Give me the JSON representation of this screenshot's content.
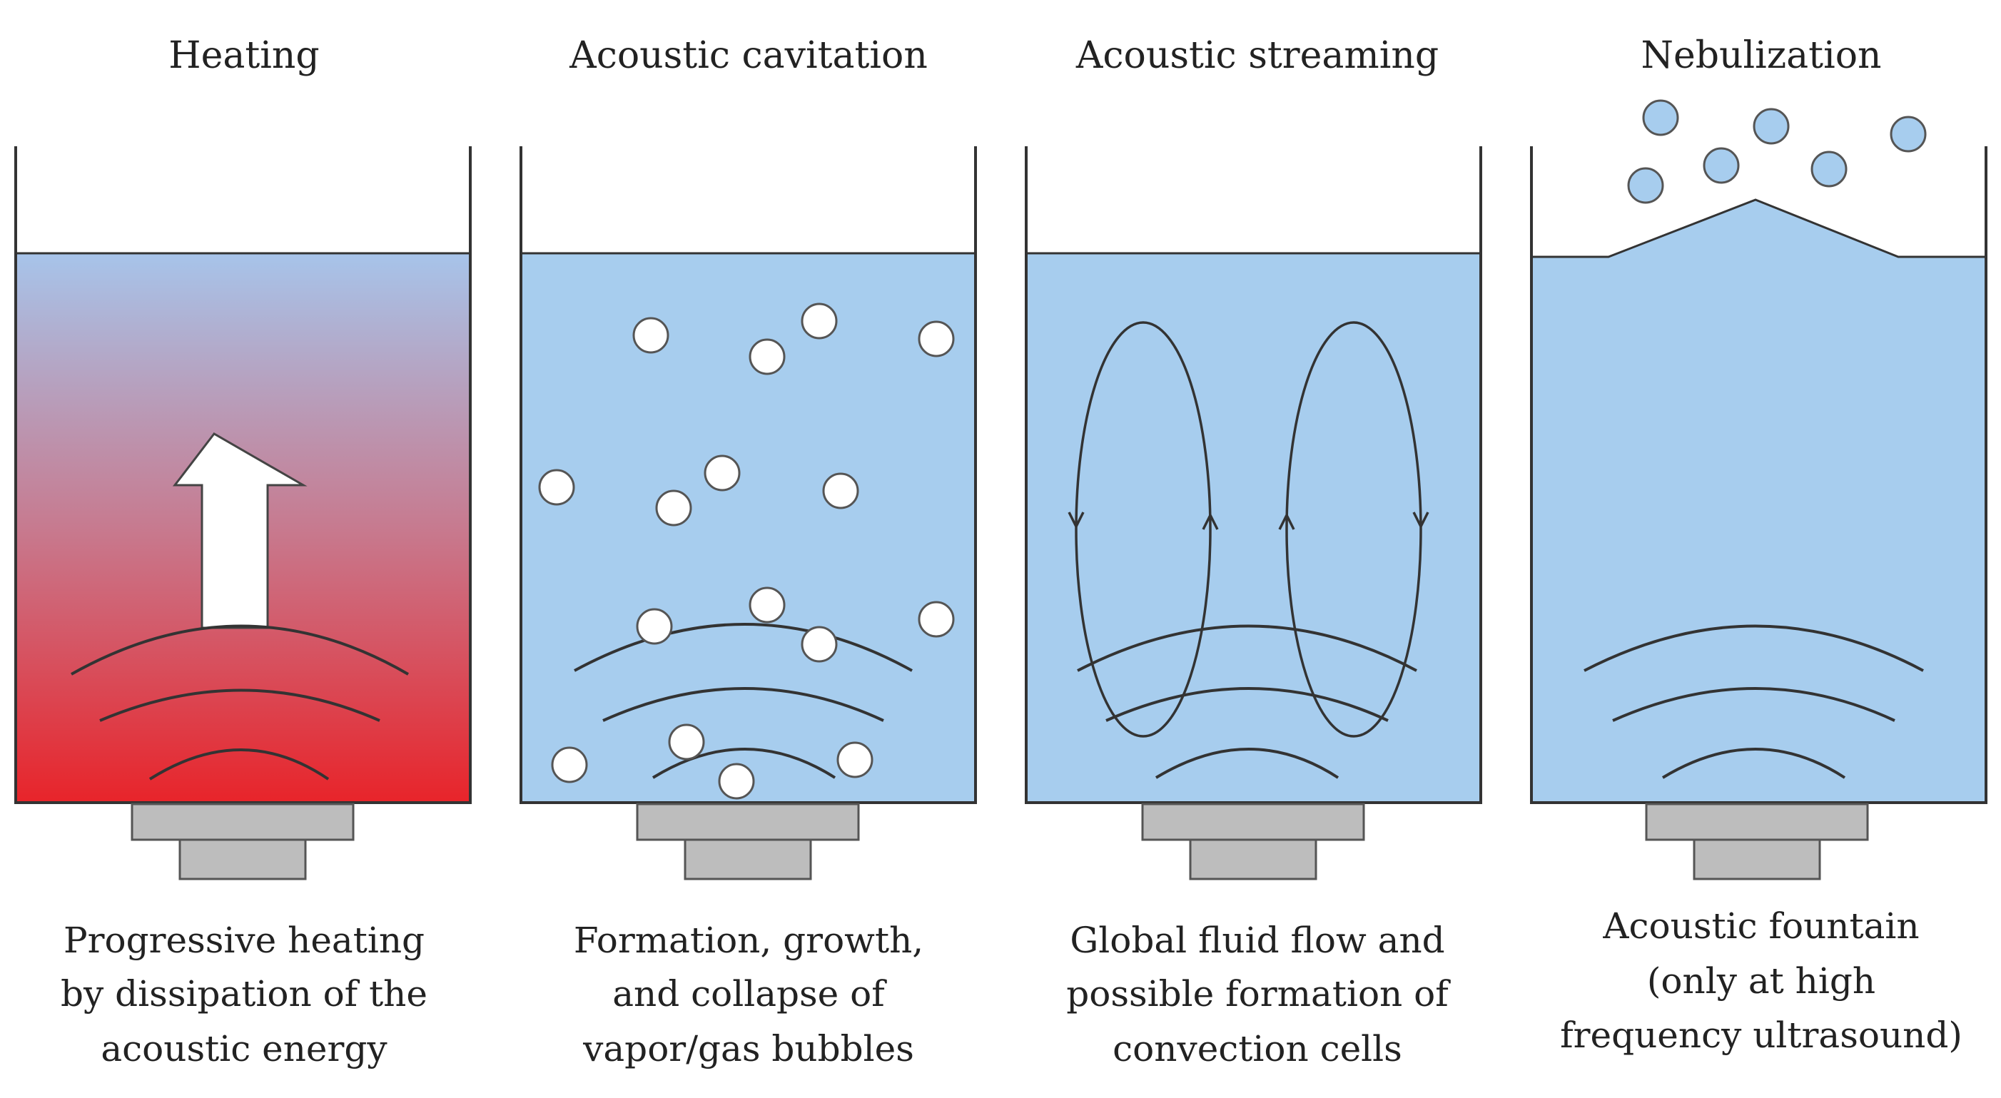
{
  "panels": [
    {
      "title": "Heating",
      "caption": [
        "Progressive heating",
        "by dissipation of the",
        "acoustic energy"
      ]
    },
    {
      "title": "Acoustic cavitation",
      "caption": [
        "Formation, growth,",
        "and collapse of",
        "vapor/gas bubbles"
      ]
    },
    {
      "title": "Acoustic streaming",
      "caption": [
        "Global fluid flow and",
        "possible formation of",
        "convection cells"
      ]
    },
    {
      "title": "Nebulization",
      "caption": [
        "Acoustic fountain",
        "(only at high",
        "frequency ultrasound)"
      ]
    }
  ],
  "colors": {
    "liquid": "#a7cdee",
    "heat_top": "#a7c4ea",
    "heat_bottom": "#e8242a",
    "transducer": "#bdbdbd",
    "outline": "#333333"
  }
}
